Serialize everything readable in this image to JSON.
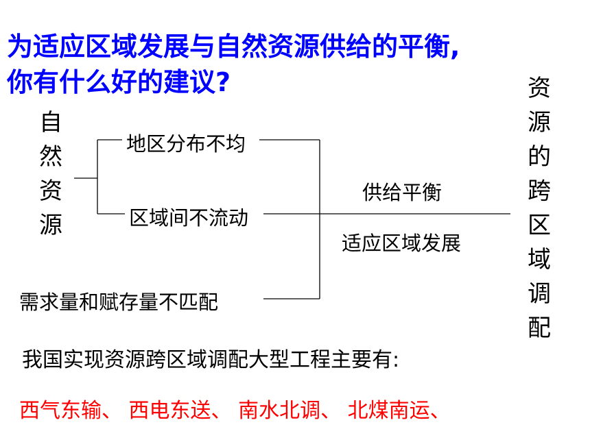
{
  "title": {
    "line1": "为适应区域发展与自然资源供给的平衡,",
    "line2": "你有什么好的建议?"
  },
  "left_vertical": [
    "自",
    "然",
    "资",
    "源"
  ],
  "right_vertical": [
    "资",
    "源",
    "的",
    "跨",
    "区",
    "域",
    "调",
    "配"
  ],
  "branches": {
    "uneven": "地区分布不均",
    "immobile": "区域间不流动",
    "mismatch": "需求量和赋存量不匹配"
  },
  "center": {
    "balance": "供给平衡",
    "development": "适应区域发展"
  },
  "summary": "我国实现资源跨区域调配大型工程主要有:",
  "projects": "西气东输、 西电东送、 南水北调、 北煤南运、"
}
